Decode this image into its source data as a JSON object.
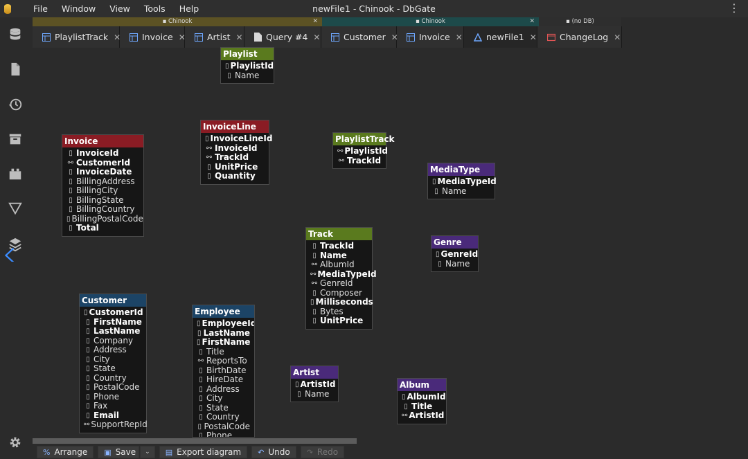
{
  "window": {
    "title": "newFile1 - Chinook - DbGate"
  },
  "menu": [
    "File",
    "Window",
    "View",
    "Tools",
    "Help"
  ],
  "tab_groups": [
    {
      "label": "Chinook",
      "color": "#5c5224",
      "closable": true
    },
    {
      "label": "Chinook",
      "color": "#1d4a4a",
      "closable": true
    },
    {
      "label": "(no DB)",
      "color": "#2e2e2e",
      "closable": false
    }
  ],
  "tabs": [
    {
      "label": "PlaylistTrack",
      "icon": "table-icon",
      "active": false
    },
    {
      "label": "Invoice",
      "icon": "table-icon",
      "active": false
    },
    {
      "label": "Artist",
      "icon": "table-icon",
      "active": false
    },
    {
      "label": "Query #4",
      "icon": "file-icon",
      "active": false
    },
    {
      "label": "Customer",
      "icon": "table-icon",
      "active": false
    },
    {
      "label": "Invoice",
      "icon": "table-icon",
      "active": false
    },
    {
      "label": "newFile1",
      "icon": "diagram-icon",
      "active": true
    },
    {
      "label": "ChangeLog",
      "icon": "changelog-icon",
      "active": false
    }
  ],
  "colors": {
    "playlist": "#5a7a1e",
    "invoice": "#8a1c24",
    "customer": "#1c4466",
    "media": "#4a2a7a"
  },
  "entities": [
    {
      "id": "playlist",
      "title": "Playlist",
      "color": "#5a7a1e",
      "columns": [
        {
          "name": "PlaylistId",
          "key": "pk",
          "bold": true
        },
        {
          "name": "Name",
          "key": "col",
          "bold": false
        }
      ]
    },
    {
      "id": "invoiceline",
      "title": "InvoiceLine",
      "color": "#8a1c24",
      "columns": [
        {
          "name": "InvoiceLineId",
          "key": "pk",
          "bold": true
        },
        {
          "name": "InvoiceId",
          "key": "fk",
          "bold": true
        },
        {
          "name": "TrackId",
          "key": "fk",
          "bold": true
        },
        {
          "name": "UnitPrice",
          "key": "col",
          "bold": true
        },
        {
          "name": "Quantity",
          "key": "col",
          "bold": true
        }
      ]
    },
    {
      "id": "playlisttrack",
      "title": "PlaylistTrack",
      "color": "#5a7a1e",
      "columns": [
        {
          "name": "PlaylistId",
          "key": "fk",
          "bold": true
        },
        {
          "name": "TrackId",
          "key": "fk",
          "bold": true
        }
      ]
    },
    {
      "id": "invoice",
      "title": "Invoice",
      "color": "#8a1c24",
      "columns": [
        {
          "name": "InvoiceId",
          "key": "pk",
          "bold": true
        },
        {
          "name": "CustomerId",
          "key": "fk",
          "bold": true
        },
        {
          "name": "InvoiceDate",
          "key": "col",
          "bold": true
        },
        {
          "name": "BillingAddress",
          "key": "col",
          "bold": false
        },
        {
          "name": "BillingCity",
          "key": "col",
          "bold": false
        },
        {
          "name": "BillingState",
          "key": "col",
          "bold": false
        },
        {
          "name": "BillingCountry",
          "key": "col",
          "bold": false
        },
        {
          "name": "BillingPostalCode",
          "key": "col",
          "bold": false
        },
        {
          "name": "Total",
          "key": "col",
          "bold": true
        }
      ]
    },
    {
      "id": "mediatype",
      "title": "MediaType",
      "color": "#4a2a7a",
      "columns": [
        {
          "name": "MediaTypeId",
          "key": "pk",
          "bold": true
        },
        {
          "name": "Name",
          "key": "col",
          "bold": false
        }
      ]
    },
    {
      "id": "track",
      "title": "Track",
      "color": "#5a7a1e",
      "columns": [
        {
          "name": "TrackId",
          "key": "pk",
          "bold": true
        },
        {
          "name": "Name",
          "key": "col",
          "bold": true
        },
        {
          "name": "AlbumId",
          "key": "fk",
          "bold": false
        },
        {
          "name": "MediaTypeId",
          "key": "fk",
          "bold": true
        },
        {
          "name": "GenreId",
          "key": "fk",
          "bold": false
        },
        {
          "name": "Composer",
          "key": "col",
          "bold": false
        },
        {
          "name": "Milliseconds",
          "key": "col",
          "bold": true
        },
        {
          "name": "Bytes",
          "key": "col",
          "bold": false
        },
        {
          "name": "UnitPrice",
          "key": "col",
          "bold": true
        }
      ]
    },
    {
      "id": "genre",
      "title": "Genre",
      "color": "#4a2a7a",
      "columns": [
        {
          "name": "GenreId",
          "key": "pk",
          "bold": true
        },
        {
          "name": "Name",
          "key": "col",
          "bold": false
        }
      ]
    },
    {
      "id": "customer",
      "title": "Customer",
      "color": "#1c4466",
      "columns": [
        {
          "name": "CustomerId",
          "key": "pk",
          "bold": true
        },
        {
          "name": "FirstName",
          "key": "col",
          "bold": true
        },
        {
          "name": "LastName",
          "key": "col",
          "bold": true
        },
        {
          "name": "Company",
          "key": "col",
          "bold": false
        },
        {
          "name": "Address",
          "key": "col",
          "bold": false
        },
        {
          "name": "City",
          "key": "col",
          "bold": false
        },
        {
          "name": "State",
          "key": "col",
          "bold": false
        },
        {
          "name": "Country",
          "key": "col",
          "bold": false
        },
        {
          "name": "PostalCode",
          "key": "col",
          "bold": false
        },
        {
          "name": "Phone",
          "key": "col",
          "bold": false
        },
        {
          "name": "Fax",
          "key": "col",
          "bold": false
        },
        {
          "name": "Email",
          "key": "col",
          "bold": true
        },
        {
          "name": "SupportRepId",
          "key": "fk",
          "bold": false
        }
      ]
    },
    {
      "id": "employee",
      "title": "Employee",
      "color": "#1c4466",
      "columns": [
        {
          "name": "EmployeeId",
          "key": "pk",
          "bold": true
        },
        {
          "name": "LastName",
          "key": "col",
          "bold": true
        },
        {
          "name": "FirstName",
          "key": "col",
          "bold": true
        },
        {
          "name": "Title",
          "key": "col",
          "bold": false
        },
        {
          "name": "ReportsTo",
          "key": "fk",
          "bold": false
        },
        {
          "name": "BirthDate",
          "key": "col",
          "bold": false
        },
        {
          "name": "HireDate",
          "key": "col",
          "bold": false
        },
        {
          "name": "Address",
          "key": "col",
          "bold": false
        },
        {
          "name": "City",
          "key": "col",
          "bold": false
        },
        {
          "name": "State",
          "key": "col",
          "bold": false
        },
        {
          "name": "Country",
          "key": "col",
          "bold": false
        },
        {
          "name": "PostalCode",
          "key": "col",
          "bold": false
        },
        {
          "name": "Phone",
          "key": "col",
          "bold": false
        }
      ]
    },
    {
      "id": "artist",
      "title": "Artist",
      "color": "#4a2a7a",
      "columns": [
        {
          "name": "ArtistId",
          "key": "pk",
          "bold": true
        },
        {
          "name": "Name",
          "key": "col",
          "bold": false
        }
      ]
    },
    {
      "id": "album",
      "title": "Album",
      "color": "#4a2a7a",
      "columns": [
        {
          "name": "AlbumId",
          "key": "pk",
          "bold": true
        },
        {
          "name": "Title",
          "key": "col",
          "bold": true
        },
        {
          "name": "ArtistId",
          "key": "fk",
          "bold": true
        }
      ]
    }
  ],
  "relations": [
    {
      "from": "playlisttrack",
      "to": "playlist"
    },
    {
      "from": "playlisttrack",
      "to": "track"
    },
    {
      "from": "invoiceline",
      "to": "invoice"
    },
    {
      "from": "invoiceline",
      "to": "track"
    },
    {
      "from": "invoice",
      "to": "customer"
    },
    {
      "from": "customer",
      "to": "employee"
    },
    {
      "from": "track",
      "to": "mediatype"
    },
    {
      "from": "track",
      "to": "genre"
    },
    {
      "from": "track",
      "to": "album"
    },
    {
      "from": "album",
      "to": "artist"
    }
  ],
  "toolbar": {
    "arrange": "Arrange",
    "save": "Save",
    "export": "Export diagram",
    "undo": "Undo",
    "redo": "Redo"
  }
}
